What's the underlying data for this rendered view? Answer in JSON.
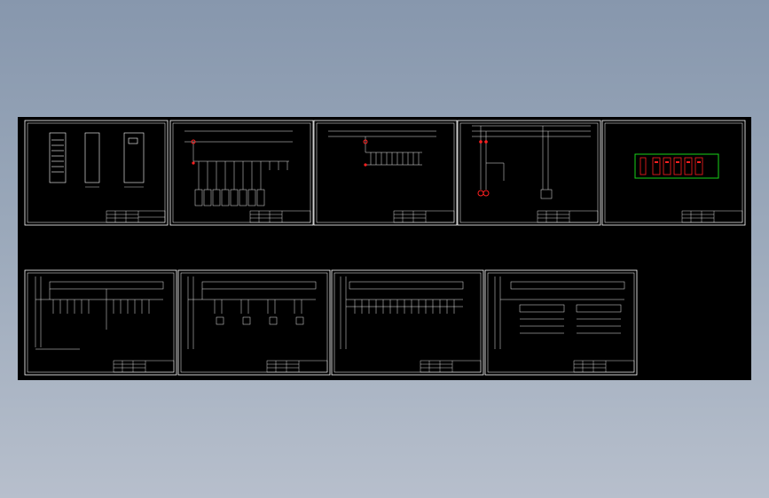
{
  "viewport": {
    "background_top": "#8797ad",
    "background_bottom": "#b7bfcc",
    "canvas_color": "#000000"
  },
  "sheets": {
    "top_row": [
      {
        "id": "sheet-1",
        "content": "cabinet-layout"
      },
      {
        "id": "sheet-2",
        "content": "distribution-single-line"
      },
      {
        "id": "sheet-3",
        "content": "distribution-single-line-small"
      },
      {
        "id": "sheet-4",
        "content": "control-circuit"
      },
      {
        "id": "sheet-5",
        "content": "panel-front-view"
      }
    ],
    "bottom_row": [
      {
        "id": "sheet-6",
        "content": "terminal-wiring-a"
      },
      {
        "id": "sheet-7",
        "content": "terminal-wiring-b"
      },
      {
        "id": "sheet-8",
        "content": "terminal-wiring-c"
      },
      {
        "id": "sheet-9",
        "content": "terminal-wiring-d"
      }
    ]
  },
  "colors": {
    "frame": "#ffffff",
    "line": "#e6e6e6",
    "accent_red": "#ff2020",
    "accent_green": "#19d419"
  }
}
